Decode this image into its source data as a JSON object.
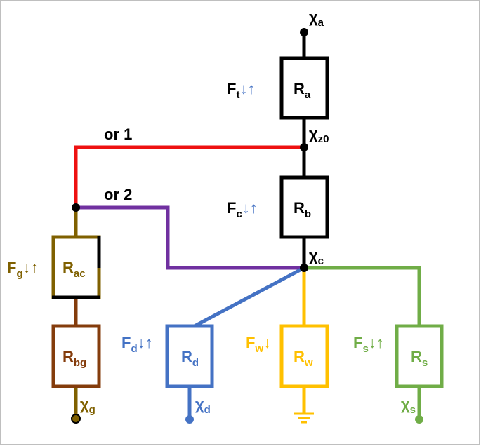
{
  "colors": {
    "black": "#000000",
    "red": "#ee1111",
    "purple": "#7030a0",
    "olive": "#7f6000",
    "brown": "#843c0c",
    "blue": "#4472c4",
    "gold": "#ffc000",
    "green": "#70ad47",
    "frame": "#bfbfbf"
  },
  "nodes": {
    "xa": {
      "base": "χ",
      "sub": "a"
    },
    "xz0": {
      "base": "χ",
      "sub": "z0"
    },
    "xc": {
      "base": "χ",
      "sub": "c"
    },
    "xg": {
      "base": "χ",
      "sub": "g"
    },
    "xd": {
      "base": "χ",
      "sub": "d"
    },
    "xs": {
      "base": "χ",
      "sub": "s"
    }
  },
  "resistors": {
    "ra": {
      "base": "R",
      "sub": "a"
    },
    "rb": {
      "base": "R",
      "sub": "b"
    },
    "rac": {
      "base": "R",
      "sub": "ac"
    },
    "rbg": {
      "base": "R",
      "sub": "bg"
    },
    "rd": {
      "base": "R",
      "sub": "d"
    },
    "rw": {
      "base": "R",
      "sub": "w"
    },
    "rs": {
      "base": "R",
      "sub": "s"
    }
  },
  "fluxes": {
    "ft": {
      "base": "F",
      "sub": "t",
      "arrows": "↓↑"
    },
    "fc": {
      "base": "F",
      "sub": "c",
      "arrows": "↓↑"
    },
    "fg": {
      "base": "F",
      "sub": "g",
      "arrows": "↓↑"
    },
    "fd": {
      "base": "F",
      "sub": "d",
      "arrows": "↓↑"
    },
    "fw": {
      "base": "F",
      "sub": "w",
      "arrows": "↓"
    },
    "fs": {
      "base": "F",
      "sub": "s",
      "arrows": "↓↑"
    }
  },
  "paths": {
    "or1": "or 1",
    "or2": "or 2"
  }
}
